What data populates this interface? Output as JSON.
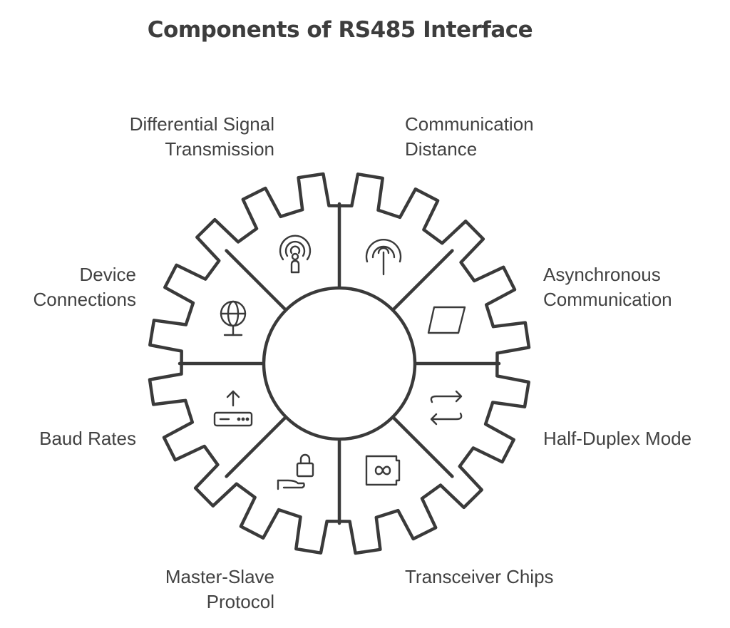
{
  "title": "Components of RS485 Interface",
  "segments": [
    {
      "label": "Differential Signal\nTransmission",
      "icon": "broadcast-person-icon"
    },
    {
      "label": "Communication\nDistance",
      "icon": "antenna-icon"
    },
    {
      "label": "Asynchronous\nCommunication",
      "icon": "parallelogram-icon"
    },
    {
      "label": "Half-Duplex Mode",
      "icon": "swap-arrows-icon"
    },
    {
      "label": "Transceiver Chips",
      "icon": "chip-icon"
    },
    {
      "label": "Master-Slave\nProtocol",
      "icon": "lock-hand-icon"
    },
    {
      "label": "Baud Rates",
      "icon": "router-upload-icon"
    },
    {
      "label": "Device\nConnections",
      "icon": "globe-icon"
    }
  ],
  "colors": {
    "stroke": "#3a3a3a",
    "background": "#ffffff",
    "text": "#424242"
  }
}
